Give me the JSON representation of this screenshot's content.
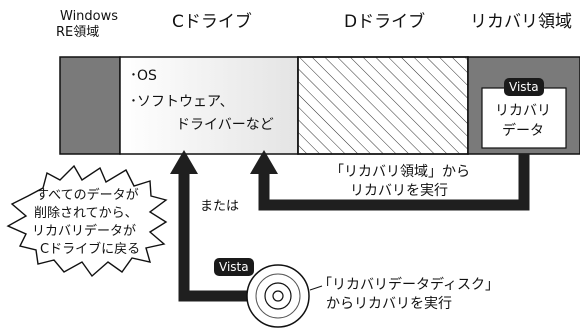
{
  "headers": {
    "windows_re": [
      "Windows",
      "RE領域"
    ],
    "c_drive": "Cドライブ",
    "d_drive": "Dドライブ",
    "recovery_area": "リカバリ領域"
  },
  "c_drive_box": {
    "line1": "･OS",
    "line2": "･ソフトウェア、",
    "line3": "ドライバーなど"
  },
  "recovery_box": {
    "badge": "Vista",
    "line1": "リカバリ",
    "line2": "データ"
  },
  "path_from_recovery": {
    "line1": "「リカバリ領域」から",
    "line2": "リカバリを実行"
  },
  "or_label": "または",
  "burst_callout": {
    "lines": [
      "すべてのデータが",
      "削除されてから、",
      "リカバリデータが",
      "Cドライブに戻る"
    ]
  },
  "disc": {
    "badge": "Vista",
    "label_line1": "「リカバリデータディスク」",
    "label_line2": "からリカバリを実行"
  },
  "colors": {
    "partition_gray": "#7a7a7a",
    "c_drive_fill": "#f2f2f2",
    "arrow": "#222222",
    "outline": "#111111"
  }
}
